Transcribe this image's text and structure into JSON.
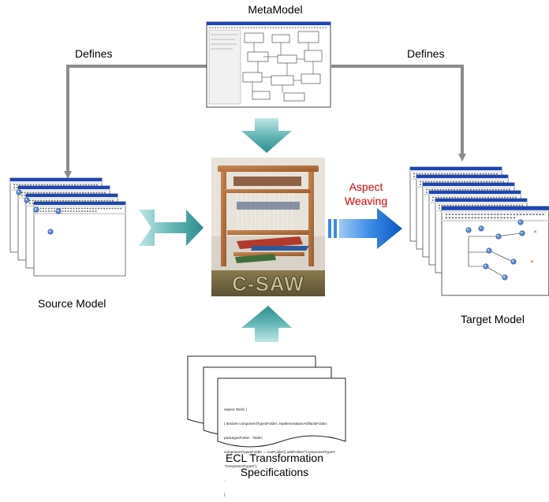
{
  "labels": {
    "metamodel": "MetaModel",
    "defines_left": "Defines",
    "defines_right": "Defines",
    "aspect_weaving_1": "Aspect",
    "aspect_weaving_2": "Weaving",
    "source_model": "Source Model",
    "target_model": "Target Model",
    "ecl_line1": "ECL Transformation",
    "ecl_line2": "Specifications"
  },
  "logo_text": "C-SAW",
  "code_lines": [
    "aspect Start( )",
    "{ declare componentTypesFolder, implementationArtifactsFolder,",
    "packagesFolder : folder;",
    "componentTypesFolder := rootFolder().addFolder(\"ComponentTypes\",",
    "\"ComponentTypes\");",
    "...",
    "}"
  ],
  "colors": {
    "connector": "#8c8c8c",
    "teal_arrow": "#3d9e9e",
    "blue_arrow": "#1c6fd6",
    "aspect_text": "#e00000"
  }
}
